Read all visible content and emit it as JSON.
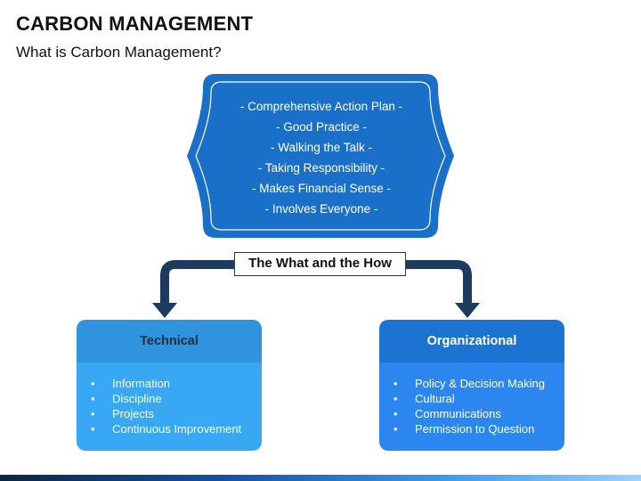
{
  "header": {
    "title": "CARBON MANAGEMENT",
    "subtitle": "What is Carbon Management?"
  },
  "center_box": {
    "items": [
      "- Comprehensive Action Plan -",
      "- Good Practice -",
      "- Walking the Talk -",
      "- Taking Responsibility -",
      "- Makes Financial Sense -",
      "- Involves Everyone -"
    ]
  },
  "connector": {
    "label": "The What and the How"
  },
  "cards": [
    {
      "title": "Technical",
      "items": [
        "Information",
        "Discipline",
        "Projects",
        "Continuous Improvement"
      ]
    },
    {
      "title": "Organizational",
      "items": [
        "Policy & Decision Making",
        "Cultural",
        "Communications",
        "Permission to Question"
      ]
    }
  ],
  "colors": {
    "center_fill": "#1a70c8",
    "arrow": "#1e3a5f",
    "left_header": "#2f93dd",
    "left_body": "#39a8f4",
    "right_header": "#1c73d2",
    "right_body": "#2b87ef"
  }
}
